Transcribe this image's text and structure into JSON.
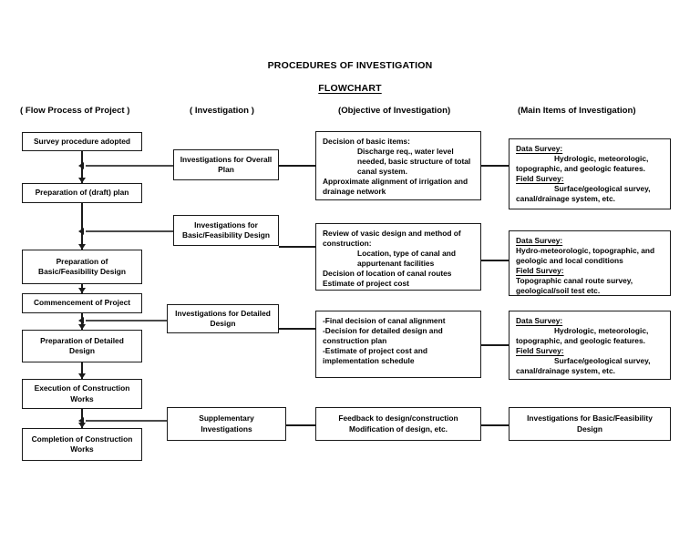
{
  "document": {
    "title_main": "PROCEDURES OF INVESTIGATION",
    "title_sub": "FLOWCHART"
  },
  "columns": {
    "header_flow": "( Flow Process of Project )",
    "header_investigation": "( Investigation )",
    "header_objective": "(Objective of Investigation)",
    "header_main_items": "(Main Items of Investigation)"
  },
  "flow_process": [
    {
      "label": "Survey procedure adopted"
    },
    {
      "label": "Preparation of (draft) plan"
    },
    {
      "line1": "Preparation of",
      "line2": "Basic/Feasibility Design"
    },
    {
      "label": "Commencement of Project"
    },
    {
      "line1": "Preparation of Detailed",
      "line2": "Design"
    },
    {
      "line1": "Execution of Construction",
      "line2": "Works"
    },
    {
      "line1": "Completion of Construction",
      "line2": "Works"
    }
  ],
  "investigation": [
    {
      "line1": "Investigations for Overall",
      "line2": "Plan"
    },
    {
      "line1": "Investigations for",
      "line2": "Basic/Feasibility Design"
    },
    {
      "line1": "Investigations for Detailed",
      "line2": "Design"
    },
    {
      "line1": "Supplementary",
      "line2": "Investigations"
    }
  ],
  "objective": [
    {
      "lines": [
        "Decision of basic items:",
        "Discharge req., water level",
        "needed, basic structure of total",
        "canal system.",
        "Approximate alignment of irrigation and",
        "drainage network"
      ]
    },
    {
      "lines": [
        "Review of vasic design and method of",
        "construction:",
        "Location, type of canal and",
        "appurtenant facilities",
        "Decision of location of canal routes",
        "Estimate of project cost"
      ]
    },
    {
      "lines": [
        "-Final decision of canal alignment",
        "-Decision for detailed design and",
        "construction plan",
        "-Estimate of project cost and",
        "implementation schedule"
      ]
    },
    {
      "lines": [
        "Feedback to design/construction",
        "Modification of design, etc."
      ]
    }
  ],
  "main_items": [
    {
      "lines": [
        "Data Survey:",
        "Hydrologic, meteorologic,",
        "topographic, and geologic features.",
        "Field Survey:",
        "Surface/geological survey,",
        "canal/drainage system, etc."
      ]
    },
    {
      "lines": [
        "Data Survey:",
        "Hydro-meteorologic, topographic, and",
        "geologic and local conditions",
        "Field Survey:",
        "Topographic canal route survey,",
        "geological/soil test etc."
      ]
    },
    {
      "lines": [
        "Data Survey:",
        "Hydrologic, meteorologic,",
        "topographic, and geologic features.",
        "Field Survey:",
        "Surface/geological survey,",
        "canal/drainage system, etc."
      ]
    },
    {
      "lines": [
        "Investigations for Basic/Feasibility",
        "Design"
      ]
    }
  ]
}
